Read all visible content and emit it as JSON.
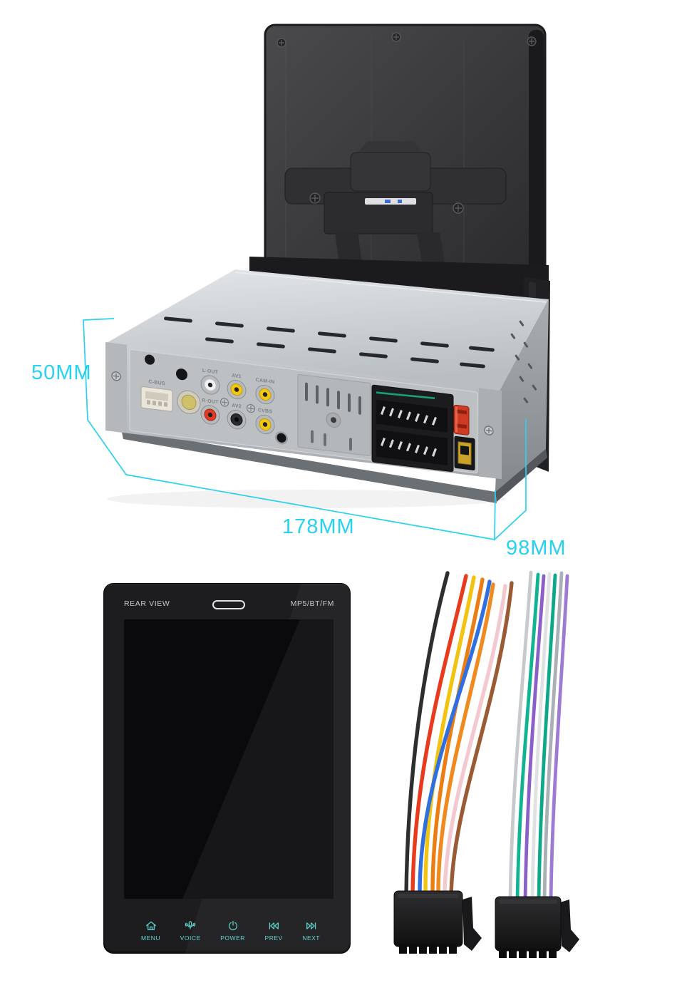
{
  "dimensions": {
    "height_label": "50MM",
    "width_label": "178MM",
    "depth_label": "98MM"
  },
  "rear_panel_labels": {
    "cbus": "C-BUS",
    "l_out": "L-OUT",
    "av1": "AV1",
    "cam_in": "CAM-IN",
    "r_out": "R-OUT",
    "av2": "AV2",
    "cvbs": "CVBS"
  },
  "front_panel": {
    "top_left_label": "REAR VIEW",
    "top_right_label": "MP5/BT/FM",
    "buttons": [
      {
        "icon": "home-icon",
        "label": "MENU"
      },
      {
        "icon": "voice-icon",
        "label": "VOICE"
      },
      {
        "icon": "power-icon",
        "label": "POWER"
      },
      {
        "icon": "prev-icon",
        "label": "PREV"
      },
      {
        "icon": "next-icon",
        "label": "NEXT"
      }
    ]
  },
  "harnesses": {
    "left_wire_names": [
      "black",
      "red",
      "yellow",
      "orange",
      "blue",
      "orange",
      "pink",
      "brown"
    ],
    "left_wire_hex": [
      "#2e2e30",
      "#e83a1c",
      "#f2c410",
      "#ec7d12",
      "#2f6fe0",
      "#f08a1e",
      "#f3c9cf",
      "#9a5a33"
    ],
    "right_wire_names": [
      "silver",
      "teal",
      "purple",
      "white",
      "teal",
      "gray",
      "purple"
    ],
    "right_wire_hex": [
      "#c7cacd",
      "#11b392",
      "#8a5fc9",
      "#dfe1e3",
      "#0ca887",
      "#aab0b5",
      "#9d7bd4"
    ]
  },
  "colors": {
    "dimension_accent": "#28d1f0",
    "button_accent": "#5fd7d2"
  }
}
